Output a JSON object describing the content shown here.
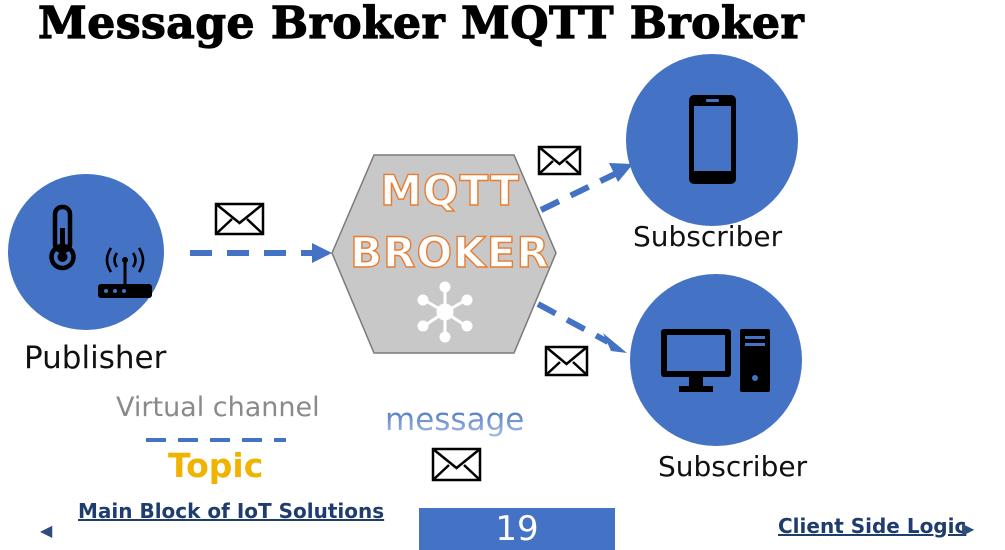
{
  "title": "Message Broker MQTT Broker",
  "broker": {
    "line1": "MQTT",
    "line2": "BROKER"
  },
  "publisher": {
    "label": "Publisher"
  },
  "subscribers": [
    {
      "label": "Subscriber",
      "device": "smartphone-icon"
    },
    {
      "label": "Subscriber",
      "device": "desktop-computer-icon"
    }
  ],
  "legend": {
    "virtual_channel": "Virtual channel",
    "topic": "Topic",
    "message": "message"
  },
  "footer": {
    "prev_label": "Main Block of IoT Solutions",
    "next_label": "Client Side Logic",
    "page_number": "19"
  },
  "colors": {
    "circle": "#4472c4",
    "arrow": "#4472c4",
    "hexagon": "#c8c8c8",
    "broker_text_outline": "#e97c30",
    "topic": "#f0b400"
  }
}
